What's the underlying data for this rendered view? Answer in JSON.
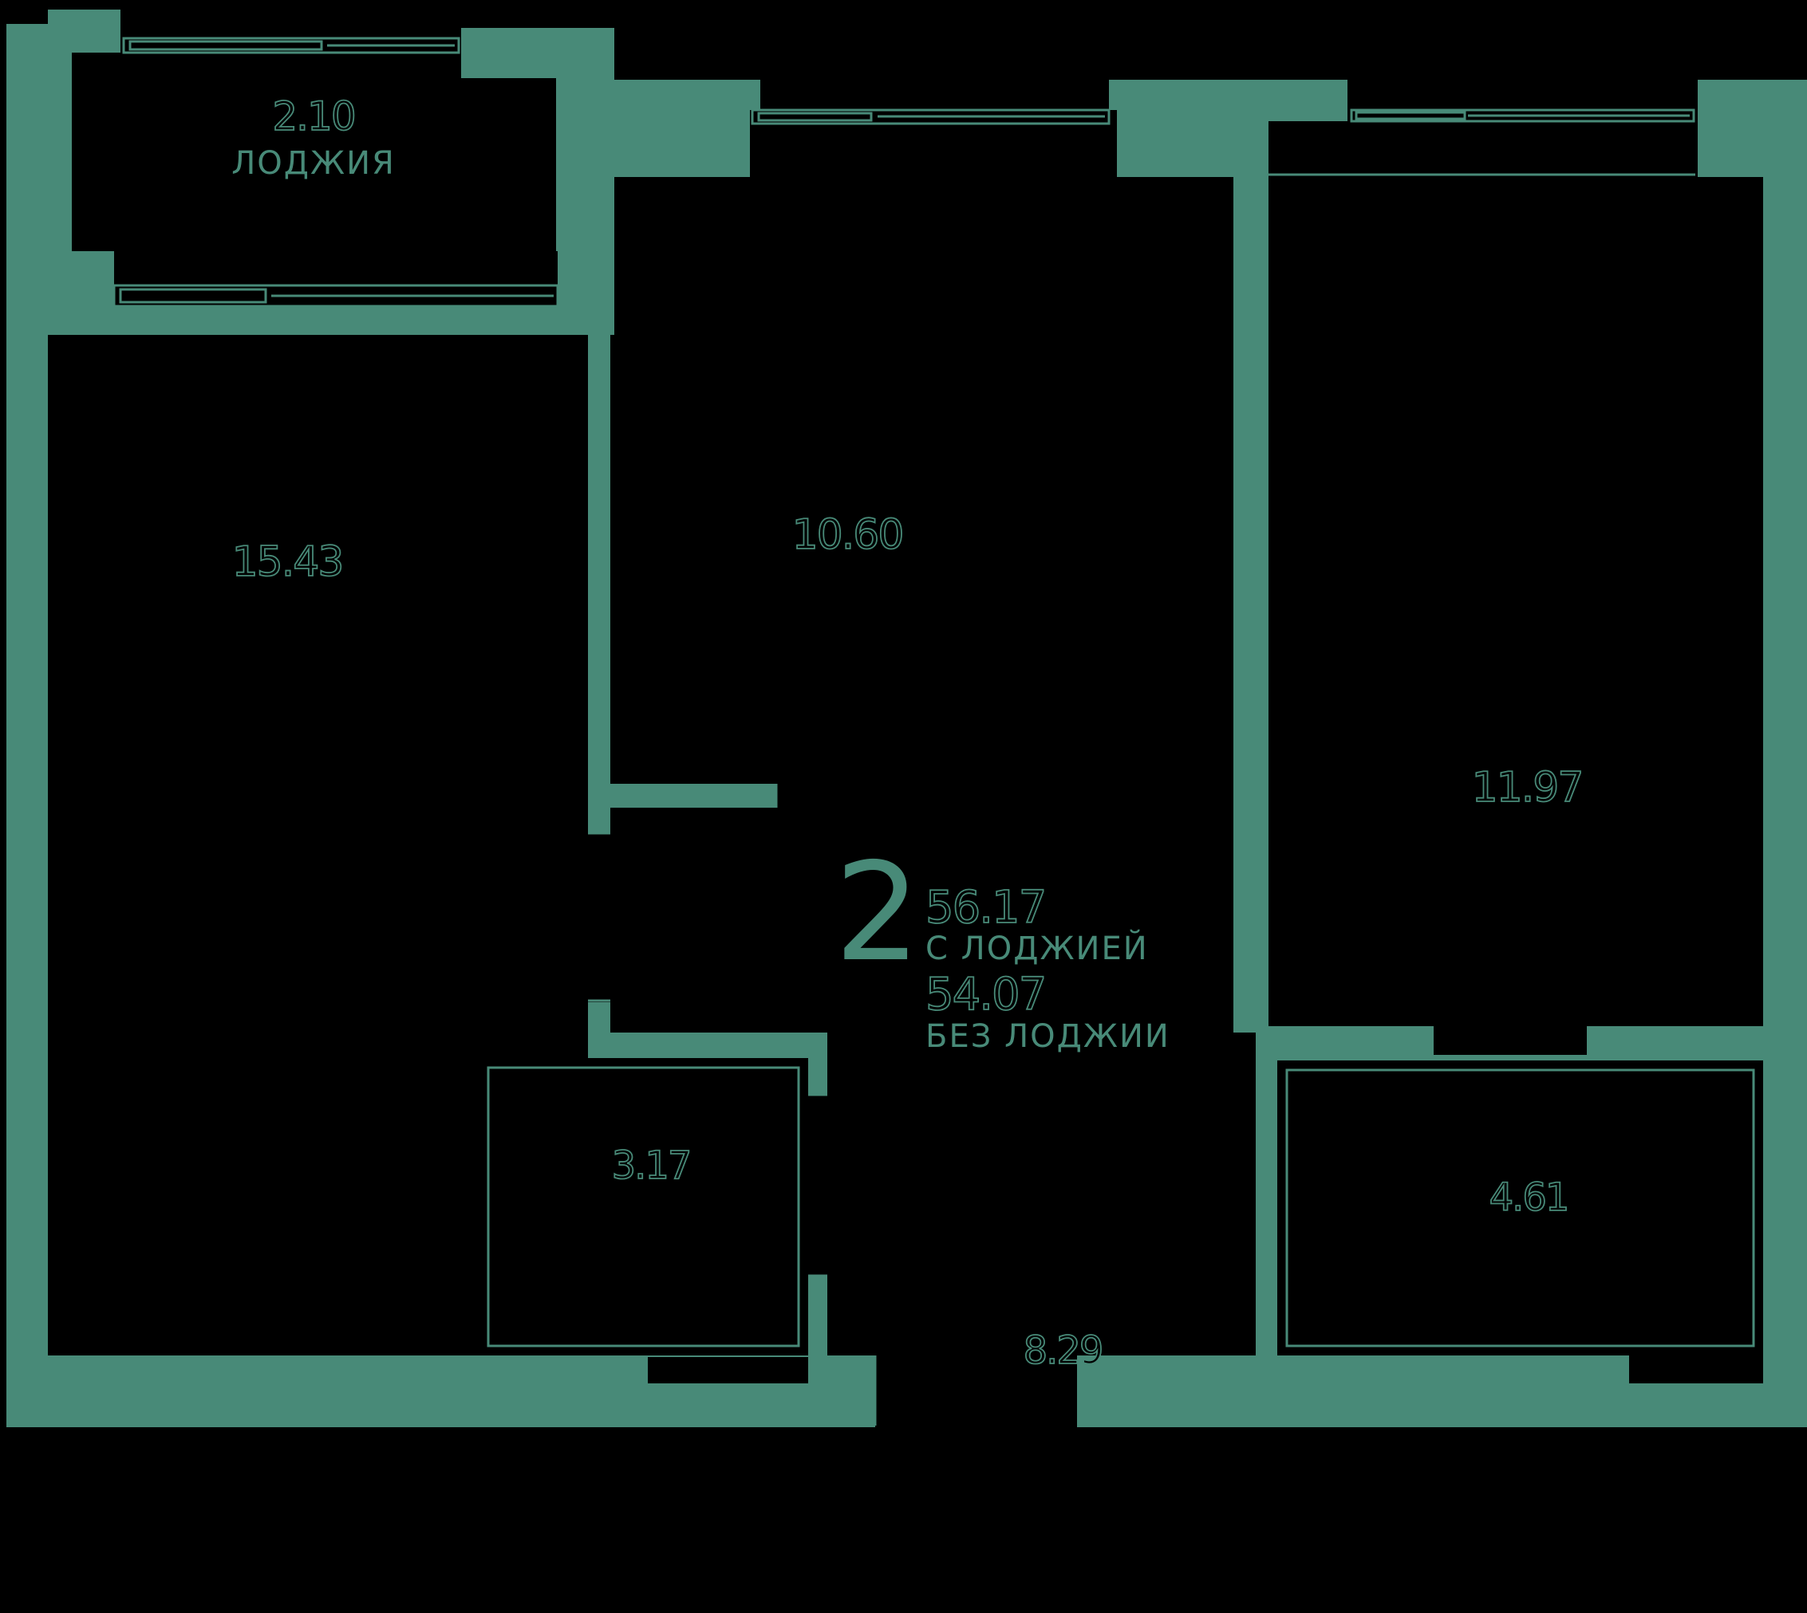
{
  "plan": {
    "unit_rooms": "2",
    "area_with_loggia": "56.17",
    "with_loggia_label": "С ЛОДЖИЕЙ",
    "area_without_loggia": "54.07",
    "without_loggia_label": "БЕЗ ЛОДЖИИ",
    "colors": {
      "background": "#000000",
      "wall": "#488A78"
    },
    "rooms": [
      {
        "id": "loggia",
        "label": "ЛОДЖИЯ",
        "area": "2.10"
      },
      {
        "id": "living-room",
        "area": "15.43"
      },
      {
        "id": "kitchen",
        "area": "10.60"
      },
      {
        "id": "bedroom",
        "area": "11.97"
      },
      {
        "id": "bathroom",
        "area": "3.17"
      },
      {
        "id": "hallway",
        "area": "8.29"
      },
      {
        "id": "wardrobe",
        "area": "4.61"
      }
    ]
  }
}
